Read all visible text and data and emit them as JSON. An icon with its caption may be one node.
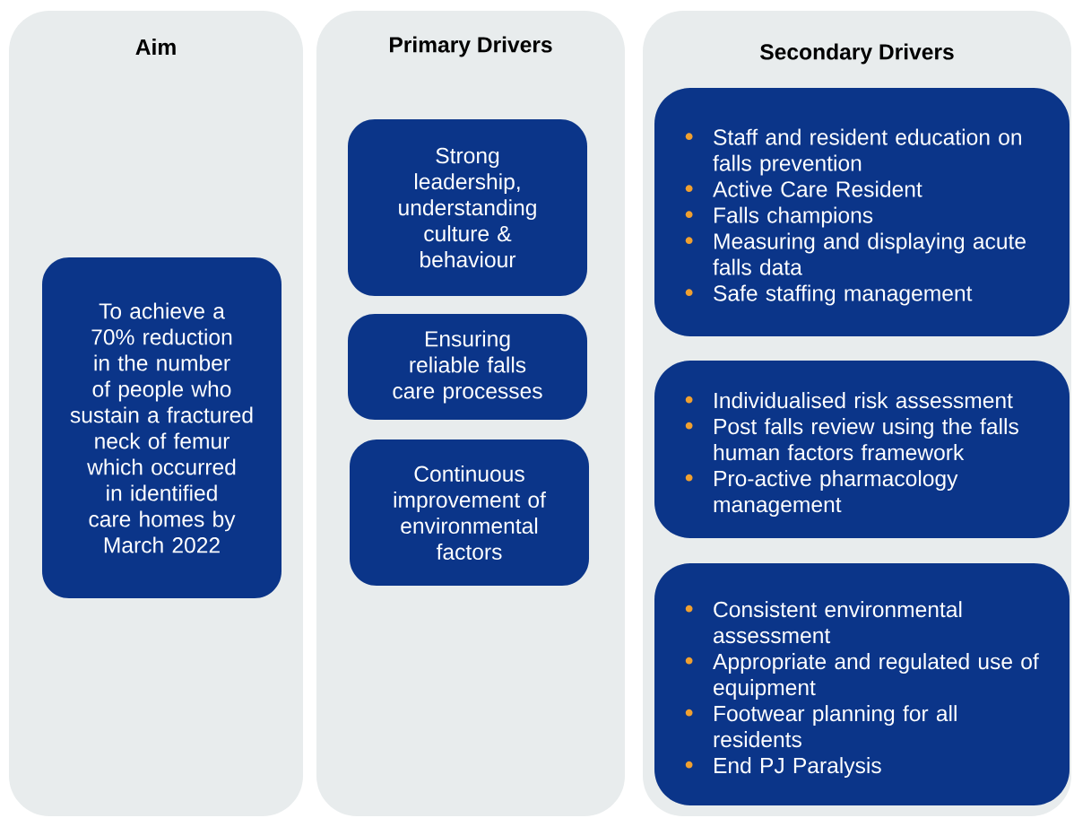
{
  "diagram": {
    "nodes": [
      {
        "text": [
          "Aim"
        ]
      },
      {
        "text": [
          "To achieve a 70% reduction in the number of people who sustain a fractured neck of femur which occurred in identified care homes by March 2022"
        ],
        "in": 0
      },
      {
        "text": [
          "Primary Drivers"
        ]
      },
      {
        "text": [
          "Strong leadership, understanding culture & behaviour"
        ],
        "in": 2
      },
      {
        "text": [
          "Ensuring reliable falls care processes"
        ],
        "in": 2
      },
      {
        "text": [
          "Continuous improvement of environmental factors"
        ],
        "in": 2
      },
      {
        "text": [
          "Secondary Drivers"
        ]
      },
      {
        "text": [
          "Staff and resident education on falls prevention",
          "Active Care Resident",
          "Falls champions",
          "Measuring and displaying acute falls data",
          "Safe staffing management"
        ],
        "in": 6
      },
      {
        "text": [
          "Individualised risk assessment",
          "Post falls review using the falls human factors framework",
          "Pro-active pharmacology management"
        ],
        "in": 6
      },
      {
        "text": [
          "Consistent environmental assessment",
          "Appropriate and regulated use of equipment",
          "Footwear planning for all residents",
          "End PJ Paralysis"
        ],
        "in": 6
      }
    ]
  }
}
